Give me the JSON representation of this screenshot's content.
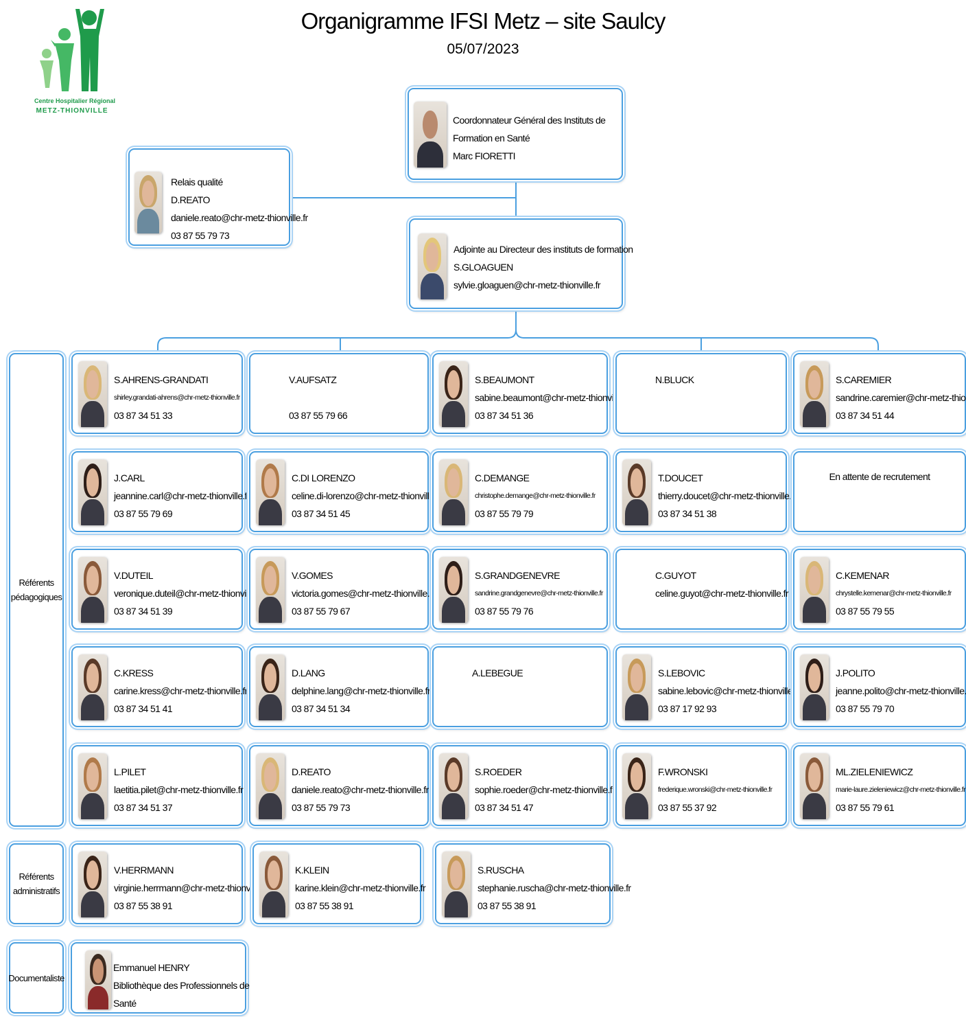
{
  "header": {
    "title": "Organigramme IFSI Metz – site Saulcy",
    "date": "05/07/2023"
  },
  "logo": {
    "line1": "Centre Hospitalier Régional",
    "line2": "METZ-THIONVILLE",
    "color": "#1f9b4b"
  },
  "colors": {
    "border": "#4a9fe0",
    "connector": "#4a9fe0"
  },
  "top": {
    "coordinator": {
      "line1": "Coordonnateur Général des Instituts de",
      "line2": "Formation en Santé",
      "line3": "Marc FIORETTI"
    },
    "quality": {
      "line1": "Relais qualité",
      "line2": "D.REATO",
      "line3": "daniele.reato@chr-metz-thionville.fr",
      "line4": "03 87 55 79 73"
    },
    "deputy": {
      "line1": "Adjointe au Directeur des instituts de formation",
      "line2": "S.GLOAGUEN",
      "line3": "sylvie.gloaguen@chr-metz-thionville.fr"
    }
  },
  "categories": {
    "pedagogiques": {
      "line1": "Référents",
      "line2": "pédagogiques"
    },
    "administratifs": {
      "line1": "Référents",
      "line2": "administratifs"
    },
    "documentaliste": {
      "line1": "Documentaliste"
    }
  },
  "pedagogues": [
    {
      "name": "S.AHRENS-GRANDATI",
      "email": "shirley.grandati-ahrens@chr-metz-thionville.fr",
      "phone": "03 87 34 51 33"
    },
    {
      "name": "V.AUFSATZ",
      "email": "",
      "phone": "03 87 55 79 66"
    },
    {
      "name": "S.BEAUMONT",
      "email": "sabine.beaumont@chr-metz-thionville.fr",
      "phone": "03 87 34 51 36"
    },
    {
      "name": "N.BLUCK",
      "email": "",
      "phone": ""
    },
    {
      "name": "S.CAREMIER",
      "email": "sandrine.caremier@chr-metz-thionville.fr",
      "phone": "03 87 34  51 44"
    },
    {
      "name": "J.CARL",
      "email": "jeannine.carl@chr-metz-thionville.fr",
      "phone": "03 87 55 79 69"
    },
    {
      "name": "C.DI LORENZO",
      "email": "celine.di-lorenzo@chr-metz-thionville.fr",
      "phone": "03 87 34 51 45"
    },
    {
      "name": "C.DEMANGE",
      "email": "christophe.demange@chr-metz-thionville.fr",
      "phone": "03 87 55 79 79"
    },
    {
      "name": "T.DOUCET",
      "email": "thierry.doucet@chr-metz-thionville.fr",
      "phone": "03 87 34 51 38"
    },
    {
      "name": "En attente de recrutement",
      "email": "",
      "phone": ""
    },
    {
      "name": "V.DUTEIL",
      "email": "veronique.duteil@chr-metz-thionville.fr",
      "phone": "03 87 34  51 39"
    },
    {
      "name": "V.GOMES",
      "email": "victoria.gomes@chr-metz-thionville.fr",
      "phone": "03 87 55 79 67"
    },
    {
      "name": "S.GRANDGENEVRE",
      "email": "sandrine.grandgenevre@chr-metz-thionville.fr",
      "phone": "03 87 55 79 76"
    },
    {
      "name": "C.GUYOT",
      "email": "celine.guyot@chr-metz-thionville.fr",
      "phone": ""
    },
    {
      "name": "C.KEMENAR",
      "email": "chrystelle.kemenar@chr-metz-thionville.fr",
      "phone": "03 87 55 79 55"
    },
    {
      "name": "C.KRESS",
      "email": "carine.kress@chr-metz-thionville.fr",
      "phone": "03 87 34 51 41"
    },
    {
      "name": "D.LANG",
      "email": "delphine.lang@chr-metz-thionville.fr",
      "phone": "03 87 34 51 34"
    },
    {
      "name": "A.LEBEGUE",
      "email": "",
      "phone": ""
    },
    {
      "name": "S.LEBOVIC",
      "email": "sabine.lebovic@chr-metz-thionville.fr",
      "phone": "03 87 17 92 93"
    },
    {
      "name": "J.POLITO",
      "email": "jeanne.polito@chr-metz-thionville.fr",
      "phone": "03 87 55 79 70"
    },
    {
      "name": "L.PILET",
      "email": "laetitia.pilet@chr-metz-thionville.fr",
      "phone": "03 87 34 51 37"
    },
    {
      "name": "D.REATO",
      "email": "daniele.reato@chr-metz-thionville.fr",
      "phone": "03 87 55 79 73"
    },
    {
      "name": "S.ROEDER",
      "email": "sophie.roeder@chr-metz-thionville.fr",
      "phone": "03 87 34  51 47"
    },
    {
      "name": "F.WRONSKI",
      "email": "frederique.wronski@chr-metz-thionville.fr",
      "phone": "03 87 55 37 92"
    },
    {
      "name": "ML.ZIELENIEWICZ",
      "email": "marie-laure.zieleniewicz@chr-metz-thionville.fr",
      "phone": "03 87 55 79 61"
    }
  ],
  "administratifs": [
    {
      "name": "V.HERRMANN",
      "email": "virginie.herrmann@chr-metz-thionville.fr",
      "phone": "03 87 55 38 91"
    },
    {
      "name": "K.KLEIN",
      "email": "karine.klein@chr-metz-thionville.fr",
      "phone": "03 87 55 38 91"
    },
    {
      "name": "S.RUSCHA",
      "email": "stephanie.ruscha@chr-metz-thionville.fr",
      "phone": "03 87 55 38 91"
    }
  ],
  "documentaliste": {
    "name": "Emmanuel HENRY",
    "line2": "Bibliothèque des Professionnels de",
    "line3": "Santé"
  }
}
